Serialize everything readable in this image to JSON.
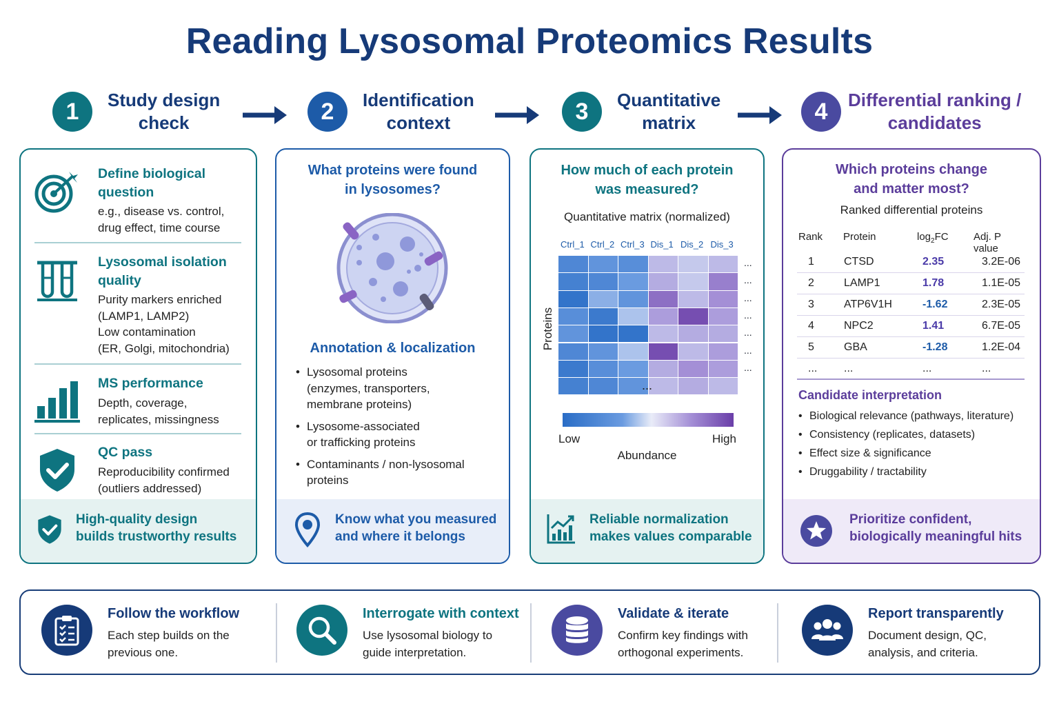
{
  "title": "Reading Lysosomal Proteomics Results",
  "colors": {
    "teal": "#0e7480",
    "blue": "#1d5ba8",
    "purple": "#5b3d9b",
    "navy": "#163a78"
  },
  "steps": [
    {
      "num": "1",
      "label_line1": "Study design",
      "label_line2": "check"
    },
    {
      "num": "2",
      "label_line1": "Identification",
      "label_line2": "context"
    },
    {
      "num": "3",
      "label_line1": "Quantitative",
      "label_line2": "matrix"
    },
    {
      "num": "4",
      "label_line1": "Differential ranking /",
      "label_line2": "candidates"
    }
  ],
  "panel1": {
    "sections": [
      {
        "icon": "target-icon",
        "head1": "Define biological",
        "head2": "question",
        "body": [
          "e.g., disease vs. control,",
          "drug effect, time course"
        ]
      },
      {
        "icon": "test-tubes-icon",
        "head1": "Lysosomal isolation",
        "head2": "quality",
        "body": [
          "Purity markers enriched",
          "(LAMP1, LAMP2)",
          "Low contamination",
          "(ER, Golgi, mitochondria)"
        ]
      },
      {
        "icon": "bar-chart-icon",
        "head1": "MS performance",
        "body": [
          "Depth, coverage,",
          "replicates, missingness"
        ]
      },
      {
        "icon": "shield-check-icon",
        "head1": "QC pass",
        "body": [
          "Reproducibility confirmed",
          "(outliers addressed)"
        ]
      }
    ],
    "footer": {
      "icon": "shield-check-icon",
      "line1": "High-quality design",
      "line2": "builds trustworthy results"
    }
  },
  "panel2": {
    "question1": "What proteins were found",
    "question2": "in lysosomes?",
    "image_icon": "lysosome-icon",
    "subhead": "Annotation & localization",
    "bullets": [
      [
        "Lysosomal proteins",
        "(enzymes, transporters,",
        "membrane proteins)"
      ],
      [
        "Lysosome-associated",
        "or trafficking proteins"
      ],
      [
        "Contaminants / non-lysosomal",
        "proteins"
      ]
    ],
    "footer": {
      "icon": "location-pin-icon",
      "line1": "Know what you measured",
      "line2": "and where it belongs"
    }
  },
  "panel3": {
    "question1": "How much of each protein",
    "question2": "was measured?",
    "heatmap_title": "Quantitative matrix (normalized)",
    "columns": [
      "Ctrl_1",
      "Ctrl_2",
      "Ctrl_3",
      "Dis_1",
      "Dis_2",
      "Dis_3"
    ],
    "row_axis": "Proteins",
    "ellipsis": "...",
    "colorbar_low": "Low",
    "colorbar_high": "High",
    "colorbar_label": "Abundance",
    "heatmap_values": [
      [
        0.2,
        0.3,
        0.25,
        0.6,
        0.55,
        0.6
      ],
      [
        0.15,
        0.2,
        0.35,
        0.65,
        0.55,
        0.8
      ],
      [
        0.05,
        0.4,
        0.3,
        0.85,
        0.6,
        0.75
      ],
      [
        0.25,
        0.1,
        0.45,
        0.7,
        0.95,
        0.7
      ],
      [
        0.3,
        0.05,
        0.05,
        0.6,
        0.65,
        0.65
      ],
      [
        0.2,
        0.3,
        0.45,
        0.95,
        0.6,
        0.7
      ],
      [
        0.1,
        0.25,
        0.35,
        0.65,
        0.75,
        0.7
      ],
      [
        0.15,
        0.2,
        0.3,
        0.6,
        0.65,
        0.6
      ]
    ],
    "footer": {
      "icon": "chart-growth-icon",
      "line1": "Reliable normalization",
      "line2": "makes values comparable"
    }
  },
  "panel4": {
    "question1": "Which proteins change",
    "question2": "and matter most?",
    "table_title": "Ranked differential proteins",
    "headers": {
      "rank": "Rank",
      "protein": "Protein",
      "fc": "log",
      "fc_sub": "2",
      "fc_tail": "FC",
      "p": "Adj. P value"
    },
    "rows": [
      {
        "rank": "1",
        "protein": "CTSD",
        "fc": "2.35",
        "p": "3.2E-06"
      },
      {
        "rank": "2",
        "protein": "LAMP1",
        "fc": "1.78",
        "p": "1.1E-05"
      },
      {
        "rank": "3",
        "protein": "ATP6V1H",
        "fc": "-1.62",
        "p": "2.3E-05"
      },
      {
        "rank": "4",
        "protein": "NPC2",
        "fc": "1.41",
        "p": "6.7E-05"
      },
      {
        "rank": "5",
        "protein": "GBA",
        "fc": "-1.28",
        "p": "1.2E-04"
      },
      {
        "rank": "...",
        "protein": "...",
        "fc": "...",
        "p": "..."
      }
    ],
    "interp_head": "Candidate interpretation",
    "interp_bullets": [
      "Biological relevance (pathways, literature)",
      "Consistency (replicates, datasets)",
      "Effect size & significance",
      "Druggability / tractability"
    ],
    "footer": {
      "icon": "star-icon",
      "line1": "Prioritize confident,",
      "line2": "biologically meaningful hits"
    }
  },
  "bottom": [
    {
      "icon": "clipboard-icon",
      "head": "Follow the workflow",
      "line1": "Each step builds on the",
      "line2": "previous one."
    },
    {
      "icon": "magnifier-icon",
      "head": "Interrogate with context",
      "line1": "Use lysosomal biology to",
      "line2": "guide interpretation."
    },
    {
      "icon": "database-icon",
      "head": "Validate & iterate",
      "line1": "Confirm key findings with",
      "line2": "orthogonal experiments."
    },
    {
      "icon": "team-icon",
      "head": "Report transparently",
      "line1": "Document design, QC,",
      "line2": "analysis, and criteria."
    }
  ]
}
